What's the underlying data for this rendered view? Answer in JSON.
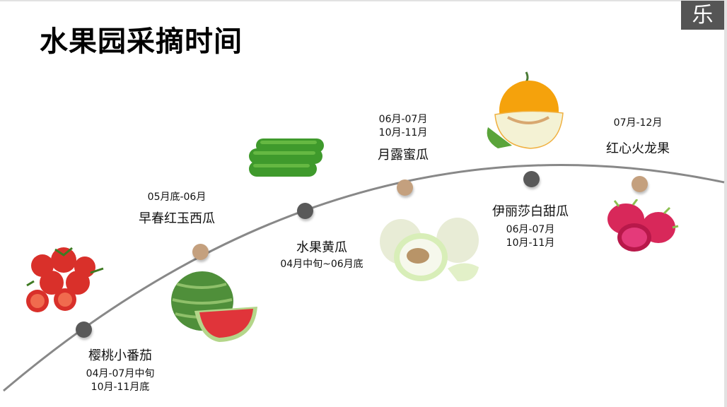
{
  "title": "水果园采摘时间",
  "badge": "乐",
  "colors": {
    "dot_dark": "#595959",
    "dot_tan": "#c4a07e",
    "curve": "#888888"
  },
  "fruits": [
    {
      "name": "樱桃小番茄",
      "dates": [
        "04月-07月中旬",
        "10月-11月底"
      ],
      "image": "cherry-tomato"
    },
    {
      "name": "早春红玉西瓜",
      "dates": [
        "05月底-06月"
      ],
      "image": "watermelon"
    },
    {
      "name": "水果黄瓜",
      "dates": [
        "04月中旬~06月底"
      ],
      "image": "cucumber"
    },
    {
      "name": "月露蜜瓜",
      "dates": [
        "06月-07月",
        "10月-11月"
      ],
      "image": "honeydew"
    },
    {
      "name": "伊丽莎白甜瓜",
      "dates": [
        "06月-07月",
        "10月-11月"
      ],
      "image": "cantaloupe"
    },
    {
      "name": "红心火龙果",
      "dates": [
        "07月-12月"
      ],
      "image": "dragon-fruit"
    }
  ]
}
